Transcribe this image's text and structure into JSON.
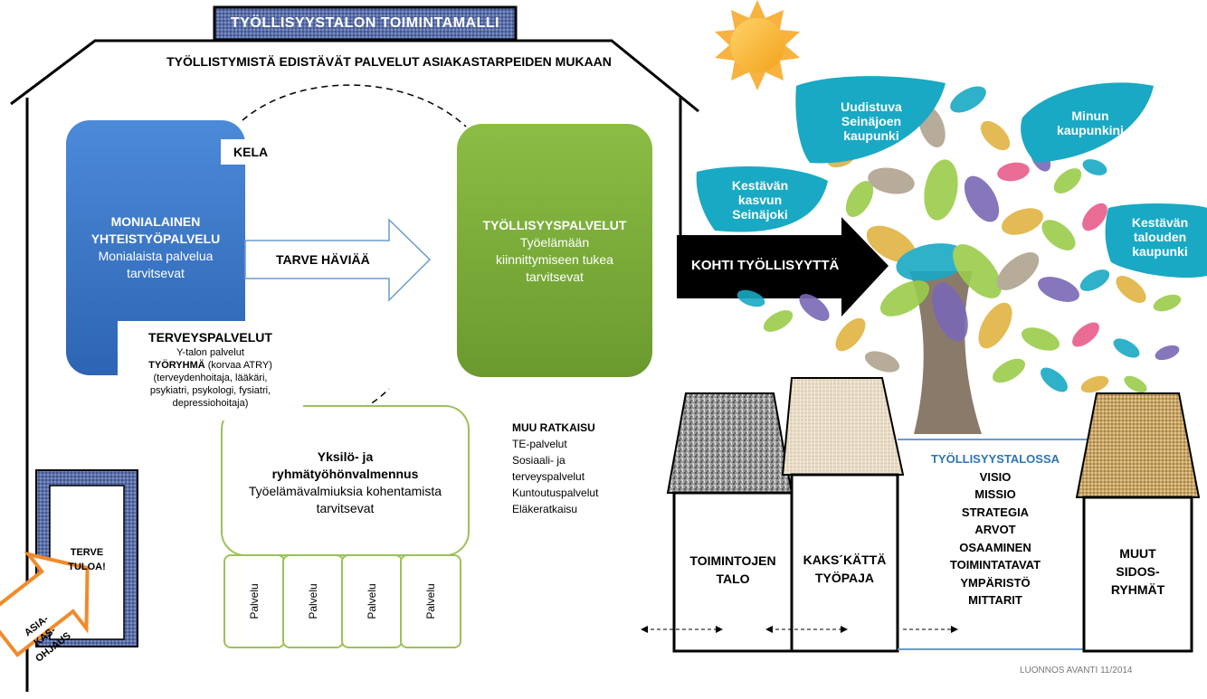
{
  "house": {
    "roof_title": "TYÖLLISYYSTALON TOIMINTAMALLI",
    "subtitle": "TYÖLLISTYMISTÄ EDISTÄVÄT PALVELUT ASIAKASTARPEIDEN MUKAAN"
  },
  "kela": "KELA",
  "moniala": {
    "title1": "MONIALAINEN",
    "title2": "YHTEISTYÖPALVELU",
    "desc1": "Monialaista palvelua",
    "desc2": "tarvitsevat"
  },
  "tarve_haviaa": "TARVE HÄVIÄÄ",
  "tyollisyyspalvelut": {
    "title": "TYÖLLISYYSPALVELUT",
    "desc1": "Työelämään",
    "desc2": "kiinnittymiseen tukea",
    "desc3": "tarvitsevat"
  },
  "terveyspalvelut": {
    "title": "TERVEYSPALVELUT",
    "line1": "Y-talon palvelut",
    "line2_bold": "TYÖRYHMÄ",
    "line2_rest": " (korvaa ATRY)",
    "line3": "(terveydenhoitaja, lääkäri,",
    "line4": "psykiatri, psykologi, fysiatri,",
    "line5": "depressiohoitaja)"
  },
  "yksilo": {
    "title1": "Yksilö- ja",
    "title2": "ryhmätyöhönvalmennus",
    "desc1": "Työelämävalmiuksia kohentamista",
    "desc2": "tarvitsevat"
  },
  "services": [
    "Palvelu",
    "Palvelu",
    "Palvelu",
    "Palvelu"
  ],
  "muu_ratkaisu": {
    "title": "MUU RATKAISU",
    "items": [
      "TE-palvelut",
      "Sosiaali- ja",
      "terveyspalvelut",
      "Kuntoutuspalvelut",
      "Eläkeratkaisu"
    ]
  },
  "door": {
    "line1": "TERVE",
    "line2": "TULOA!"
  },
  "asiakasohjaus": {
    "line1": "ASIA-",
    "line2": "KAS-",
    "line3": "OHJAUS"
  },
  "kohti": "KOHTI TYÖLLISYYTTÄ",
  "tree_leaves": {
    "uudistuva": [
      "Uudistuva",
      "Seinäjoen",
      "kaupunki"
    ],
    "minun": [
      "Minun",
      "kaupunkini"
    ],
    "kestava_kasvu": [
      "Kestävän",
      "kasvun",
      "Seinäjoki"
    ],
    "kestava_talous": [
      "Kestävän",
      "talouden",
      "kaupunki"
    ]
  },
  "toimintojen": {
    "line1": "TOIMINTOJEN",
    "line2": "TALO"
  },
  "kaksketta": {
    "line1": "KAKS´KÄTTÄ",
    "line2": "TYÖPAJA"
  },
  "tyollisyystalossa": {
    "title": "TYÖLLISYYSTALOSSA",
    "items": [
      "VISIO",
      "MISSIO",
      "STRATEGIA",
      "ARVOT",
      "OSAAMINEN",
      "TOIMINTATAVAT",
      "YMPÄRISTÖ",
      "MITTARIT"
    ]
  },
  "muut": {
    "line1": "MUUT",
    "line2": "SIDOS-",
    "line3": "RYHMÄT"
  },
  "luonnos": "LUONNOS AVANTI 11/2014",
  "colors": {
    "blue_box": "#3a78c9",
    "green_box": "#7aac3a",
    "roof_blue": "#5b6fa8",
    "tree_trunk": "#8a7a6a",
    "leaf_teal": "#19a9c4",
    "accent_line": "#6a9bd0"
  }
}
